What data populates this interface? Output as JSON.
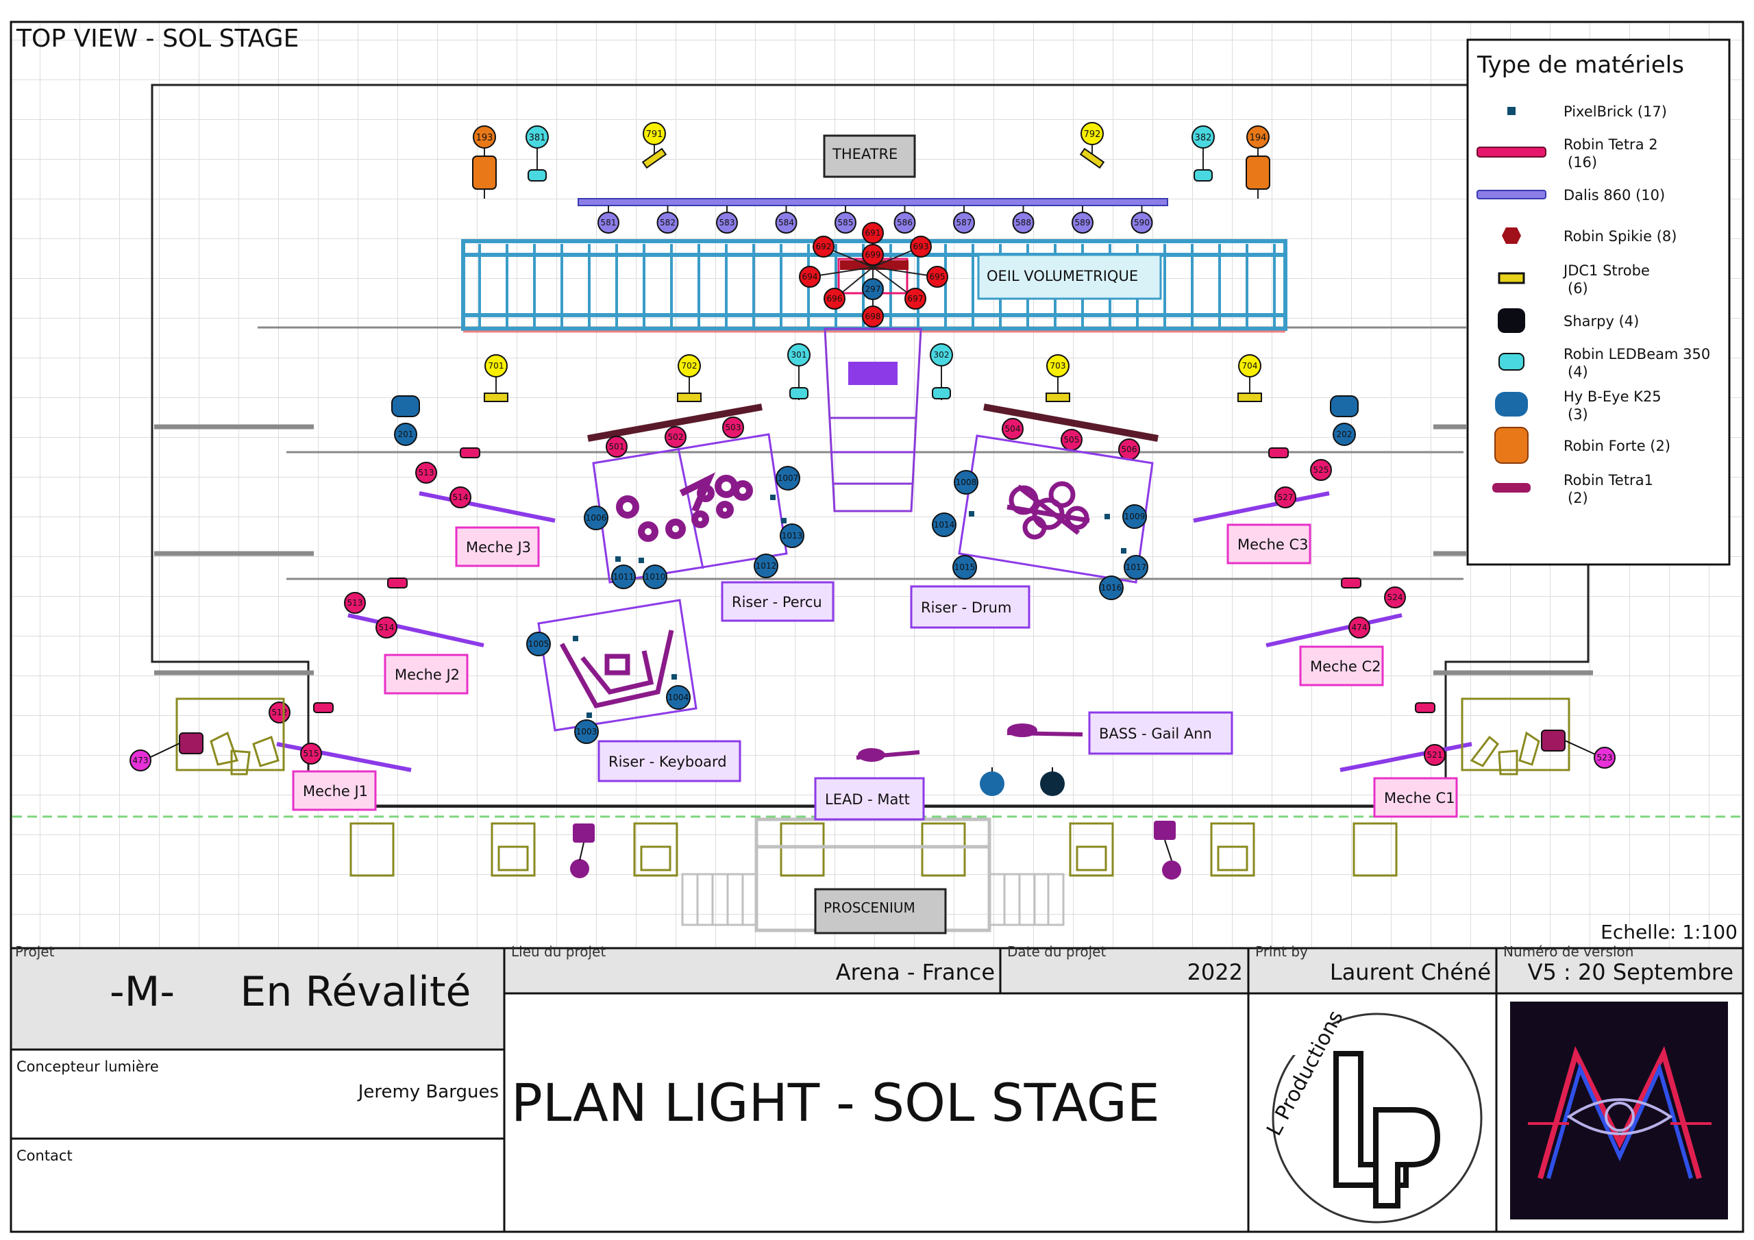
{
  "view_title": "TOP VIEW - SOL STAGE",
  "scale": "Echelle: 1:100",
  "stage_labels": {
    "theatre": "THEATRE",
    "oeil": "OEIL VOLUMETRIQUE",
    "proscenium": "PROSCENIUM"
  },
  "zones": [
    {
      "id": "meche-j3",
      "label": "Meche J3"
    },
    {
      "id": "meche-j2",
      "label": "Meche J2"
    },
    {
      "id": "meche-j1",
      "label": "Meche J1"
    },
    {
      "id": "meche-c3",
      "label": "Meche C3"
    },
    {
      "id": "meche-c2",
      "label": "Meche C2"
    },
    {
      "id": "meche-c1",
      "label": "Meche C1"
    },
    {
      "id": "riser-percu",
      "label": "Riser - Percu"
    },
    {
      "id": "riser-drum",
      "label": "Riser - Drum"
    },
    {
      "id": "riser-keyboard",
      "label": "Riser - Keyboard"
    },
    {
      "id": "bass",
      "label": "BASS - Gail Ann"
    },
    {
      "id": "lead",
      "label": "LEAD - Matt"
    }
  ],
  "legend": {
    "title": "Type de matériels",
    "items": [
      {
        "line1": "PixelBrick (17)",
        "line2": "",
        "icon": "pixelbrick-icon",
        "color": "#0e4d6e"
      },
      {
        "line1": "Robin Tetra 2",
        "line2": "(16)",
        "icon": "tetra2-icon",
        "color": "#e8176e"
      },
      {
        "line1": "Dalis 860 (10)",
        "line2": "",
        "icon": "dalis-icon",
        "color": "#8c7ee8"
      },
      {
        "line1": "Robin Spikie (8)",
        "line2": "",
        "icon": "spikie-icon",
        "color": "#a0101a"
      },
      {
        "line1": "JDC1 Strobe",
        "line2": "(6)",
        "icon": "strobe-icon",
        "color": "#e8d21a"
      },
      {
        "line1": "Sharpy (4)",
        "line2": "",
        "icon": "sharpy-icon",
        "color": "#0b0b14"
      },
      {
        "line1": "Robin LEDBeam 350",
        "line2": "(4)",
        "icon": "ledbeam-icon",
        "color": "#49d8e0"
      },
      {
        "line1": "Hy B-Eye K25",
        "line2": "(3)",
        "icon": "beye-icon",
        "color": "#1a6aa8"
      },
      {
        "line1": "Robin Forte (2)",
        "line2": "",
        "icon": "forte-icon",
        "color": "#e87818"
      },
      {
        "line1": "Robin Tetra1",
        "line2": "(2)",
        "icon": "tetra1-icon",
        "color": "#a01860"
      }
    ]
  },
  "fixtures": {
    "dalis": [
      "581",
      "582",
      "583",
      "584",
      "585",
      "586",
      "587",
      "588",
      "589",
      "590"
    ],
    "top_items": [
      "193",
      "381",
      "791",
      "792",
      "382",
      "194"
    ],
    "strobes": [
      "701",
      "702",
      "703",
      "704"
    ],
    "ledbeams": [
      "301",
      "302"
    ],
    "beye": [
      "201",
      "202"
    ],
    "tetra_left": [
      "501",
      "502",
      "503"
    ],
    "tetra_right": [
      "504",
      "505",
      "506"
    ],
    "meche_left": [
      "513",
      "514",
      "513",
      "514",
      "512",
      "515",
      "473"
    ],
    "meche_right": [
      "525",
      "527",
      "524",
      "474",
      "523",
      "521"
    ],
    "spikies": [
      "691",
      "692",
      "693",
      "694",
      "695",
      "696",
      "697",
      "698",
      "699"
    ],
    "center_blue": "297",
    "percu_pixels": [
      "1007",
      "1006",
      "1013",
      "1012",
      "1011",
      "1010"
    ],
    "drum_pixels": [
      "1008",
      "1014",
      "1015",
      "1009",
      "1017",
      "1016"
    ],
    "keys_pixels": [
      "1005",
      "1004",
      "1003"
    ]
  },
  "title_block": {
    "projet_label": "Projet",
    "projet_value": "-M-     En Révalité",
    "lieu_label": "Lieu du projet",
    "lieu_value": "Arena - France",
    "date_label": "Date du projet",
    "date_value": "2022",
    "print_label": "Print by",
    "print_value": "Laurent Chéné",
    "version_label": "Numéro de version",
    "version_value": "V5 : 20 Septembre",
    "concepteur_label": "Concepteur lumière",
    "concepteur_value": "Jeremy Bargues",
    "contact_label": "Contact",
    "main_title": "PLAN LIGHT - SOL STAGE",
    "logo_text": "L Productions"
  }
}
